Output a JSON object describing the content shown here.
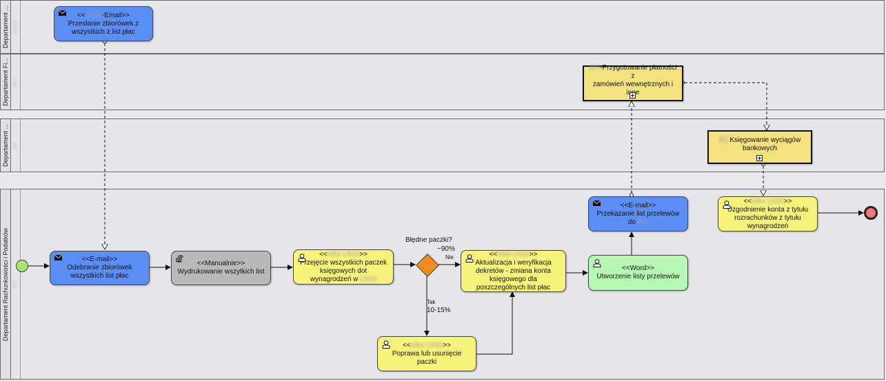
{
  "lanes": [
    {
      "title": "Departament ...",
      "sub": "NZPA"
    },
    {
      "title": "Departament Fi...",
      "sub": "BFI"
    },
    {
      "title": "Departament ...",
      "sub": "BZ"
    },
    {
      "title": "Departament Rachunkowości i Podatków",
      "sub": "BR"
    }
  ],
  "tasks": {
    "email_send": {
      "stereo_pre": "<<",
      "stereo_blur": "Lotus",
      "stereo_post": "-Email>>",
      "line1": "Przesłanie zbiorówek z",
      "line2": "wszystkich z list płac"
    },
    "payment_prep": {
      "blur": "BFI",
      "line1": "-Przygotowanie płatności z",
      "line2": "zamówień wewnętrznych i inne"
    },
    "bank_booking": {
      "blur": "BZ",
      "line1": " Księgowanie wyciągów",
      "line2": "bankowych"
    },
    "email_receive": {
      "stereo": "<<E-mail>>",
      "line1": "Odebranie zbiorówek",
      "line2": "wszystkich list płac"
    },
    "manual_print": {
      "stereo": "<<Manualnie>>",
      "line1": "Wydrukowanie wszytkich list"
    },
    "take_over": {
      "stereo_pre": "<<",
      "stereo_blur": "Infor LN10",
      "stereo_post": ">>",
      "line1": "Przejęcie wszystkich paczek",
      "line2": "księgowych dot",
      "line3_pre": "wynagrodzeń w ",
      "line3_blur": "LN10"
    },
    "update_verify": {
      "stereo_pre": "<<",
      "stereo_blur": "Infor LN10",
      "stereo_post": ">>",
      "line1": "Aktualizacja i weryfikacja",
      "line2": "dekretów - zmiana konta",
      "line3": "księgowego dla",
      "line4": "poszczególnych list płac"
    },
    "fix_remove": {
      "stereo_pre": "<<",
      "stereo_blur": "Infor LN10",
      "stereo_post": ">>",
      "line1": "Poprawa lub usunięcie",
      "line2": "paczki"
    },
    "word_list": {
      "stereo": "<<Word>>",
      "line1": "Utworzenie listy przelewów"
    },
    "email_transfer": {
      "stereo": "<<E-mail>>",
      "line1": "Przekazanie list przelewów",
      "line2_pre": "do ",
      "line2_blur": "BFI"
    },
    "reconcile": {
      "stereo_pre": "<<",
      "stereo_blur": "Infor LN10",
      "stereo_post": ">>",
      "line1": "Uzgodnienie konta z tytułu",
      "line2": "rozrachunków z tytułu",
      "line3": "wynagrodzeń"
    }
  },
  "gateway": {
    "question": "Błędne paczki?",
    "no_pct": "~90%",
    "no_label": "Nie",
    "yes_label": "Tak",
    "yes_pct": "10-15%"
  },
  "colors": {
    "blue": "#5b8ef5",
    "gray": "#b9b9b9",
    "yellow": "#f6f27a",
    "green": "#b7f7b4",
    "subprocess": "#f3e27e",
    "start": "#a8e66b",
    "end": "#f07878",
    "gateway": "#f28a1e"
  }
}
